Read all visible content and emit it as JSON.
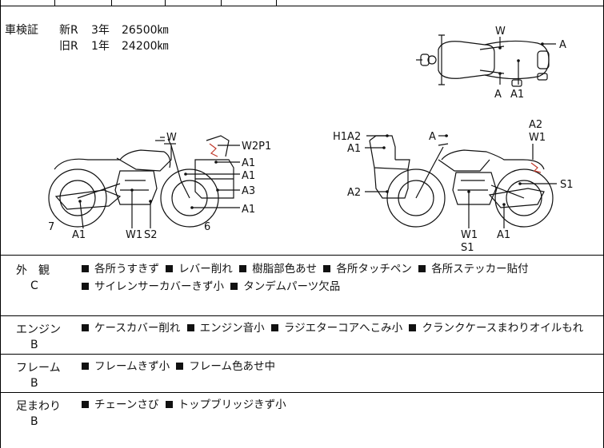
{
  "registration": {
    "label": "車検証",
    "rows": [
      {
        "type": "新R",
        "years": "3年",
        "km": "26500㎞"
      },
      {
        "type": "旧R",
        "years": "1年",
        "km": "24200㎞"
      }
    ]
  },
  "damage_marks": {
    "top": {
      "w": "W",
      "a_right": "A",
      "a_left": "A",
      "a1": "A1"
    },
    "left": {
      "w": "W",
      "w2p1": "W2P1",
      "a1_a": "A1",
      "a1_b": "A1",
      "a3": "A3",
      "a1_c": "A1",
      "seven": "7",
      "six": "6",
      "a1_d": "A1",
      "w1": "W1",
      "s2": "S2"
    },
    "right": {
      "h1a2": "H1A2",
      "a1": "A1",
      "a2": "A2",
      "a": "A",
      "a2_top": "A2",
      "w1": "W1",
      "s1": "S1",
      "w1_b": "W1",
      "s1_b": "S1",
      "a1_b": "A1"
    }
  },
  "sections": [
    {
      "title": "外　観",
      "grade": "C",
      "notes": [
        "各所うすきず",
        "レバー削れ",
        "樹脂部色あせ",
        "各所タッチペン",
        "各所ステッカー貼付",
        "サイレンサーカバーきず小",
        "タンデムパーツ欠品"
      ]
    },
    {
      "title": "エンジン",
      "grade": "B",
      "notes": [
        "ケースカバー削れ",
        "エンジン音小",
        "ラジエターコアへこみ小",
        "クランクケースまわりオイルもれ"
      ]
    },
    {
      "title": "フレーム",
      "grade": "B",
      "notes": [
        "フレームきず小",
        "フレーム色あせ中"
      ]
    },
    {
      "title": "足まわり",
      "grade": "B",
      "notes": [
        "チェーンさび",
        "トップブリッジきず小"
      ]
    }
  ],
  "colors": {
    "mark_red": "#c0392b"
  }
}
